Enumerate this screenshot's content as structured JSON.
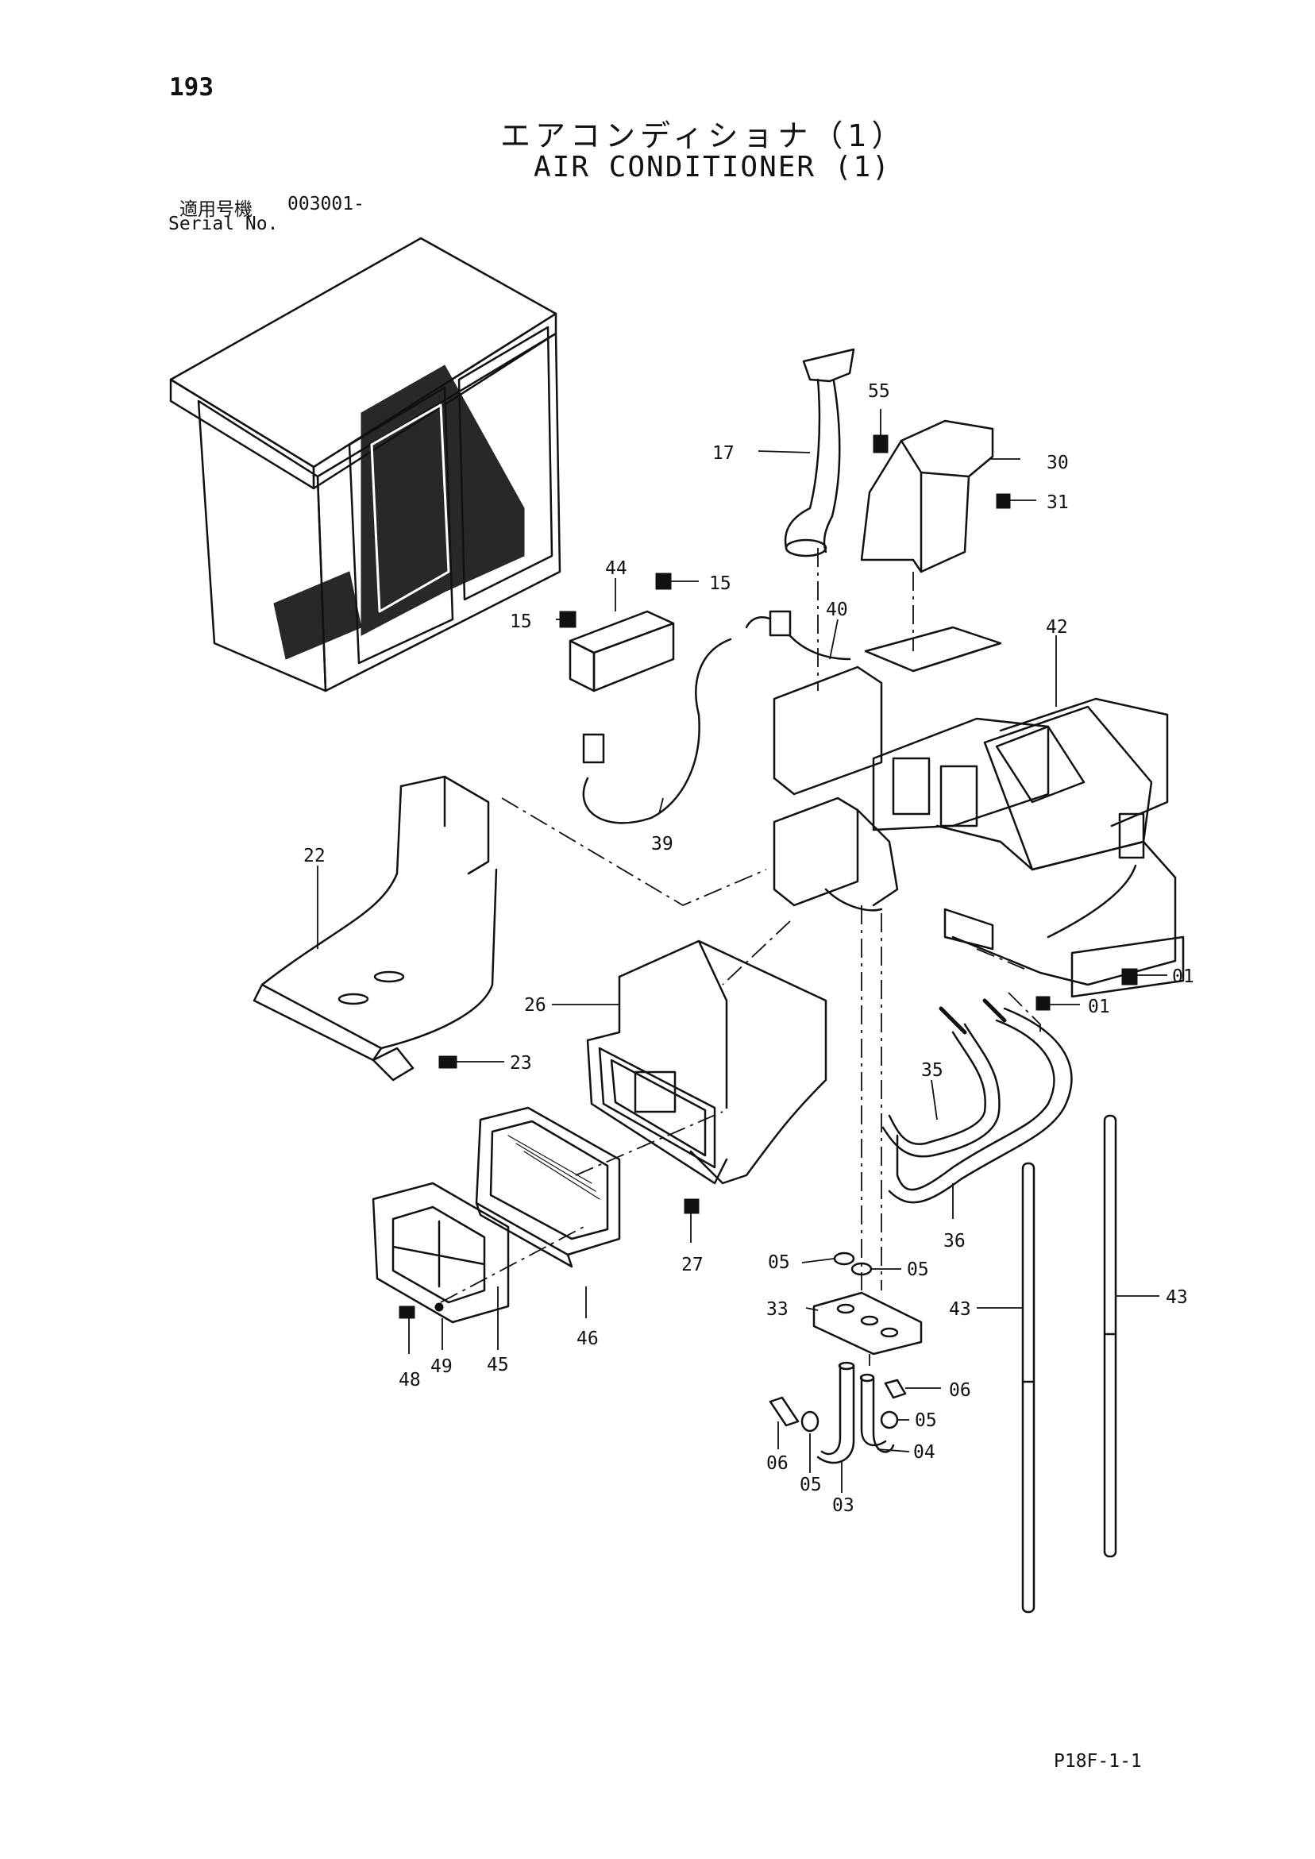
{
  "page": {
    "number": "193",
    "title_jp": "エアコンディショナ（1）",
    "title_en": "AIR CONDITIONER (1)",
    "serial_label_jp": "適用号機",
    "serial_value": "003001-",
    "serial_label_en": "Serial No.",
    "doc_code": "P18F-1-1"
  },
  "callouts": {
    "c55": "55",
    "c17": "17",
    "c30": "30",
    "c31": "31",
    "c44": "44",
    "c15a": "15",
    "c15b": "15",
    "c40": "40",
    "c42": "42",
    "c39": "39",
    "c22": "22",
    "c01a": "01",
    "c01b": "01",
    "c26": "26",
    "c23": "23",
    "c35": "35",
    "c36": "36",
    "c27": "27",
    "c05a": "05",
    "c05b": "05",
    "c33": "33",
    "c43a": "43",
    "c43b": "43",
    "c46": "46",
    "c45": "45",
    "c49": "49",
    "c48": "48",
    "c06a": "06",
    "c05c": "05",
    "c04": "04",
    "c06b": "06",
    "c05d": "05",
    "c03": "03"
  }
}
